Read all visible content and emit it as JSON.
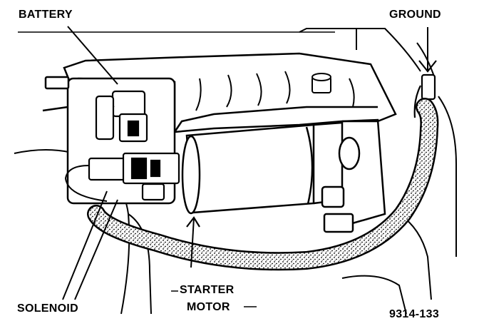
{
  "labels": {
    "battery": "BATTERY",
    "ground": "GROUND",
    "solenoid": "SOLENOID",
    "starter_line1": "STARTER",
    "starter_line2": "MOTOR",
    "figure_id": "9314-133"
  },
  "colors": {
    "ink": "#000000",
    "paper": "#ffffff",
    "cable_stipple": "#8a8a8a"
  }
}
